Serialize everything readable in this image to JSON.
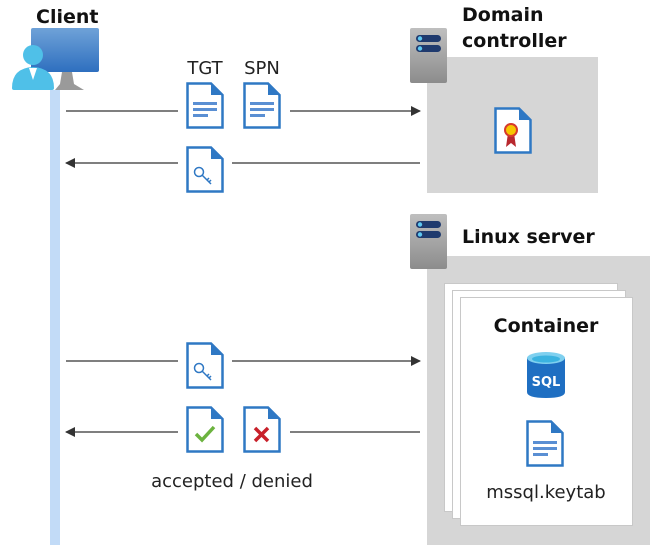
{
  "client": {
    "label": "Client"
  },
  "domain_controller": {
    "label_line1": "Domain",
    "label_line2": "controller"
  },
  "linux_server": {
    "label": "Linux server"
  },
  "container": {
    "label": "Container",
    "sql_label": "SQL",
    "keytab_label": "mssql.keytab"
  },
  "messages": {
    "tgt": "TGT",
    "spn": "SPN",
    "result": "accepted / denied"
  },
  "colors": {
    "doc_blue": "#2f78c4",
    "lifeline": "#c2dbf7",
    "box_gray": "#d6d6d6",
    "check": "#6cb33f",
    "deny": "#c8202a"
  }
}
